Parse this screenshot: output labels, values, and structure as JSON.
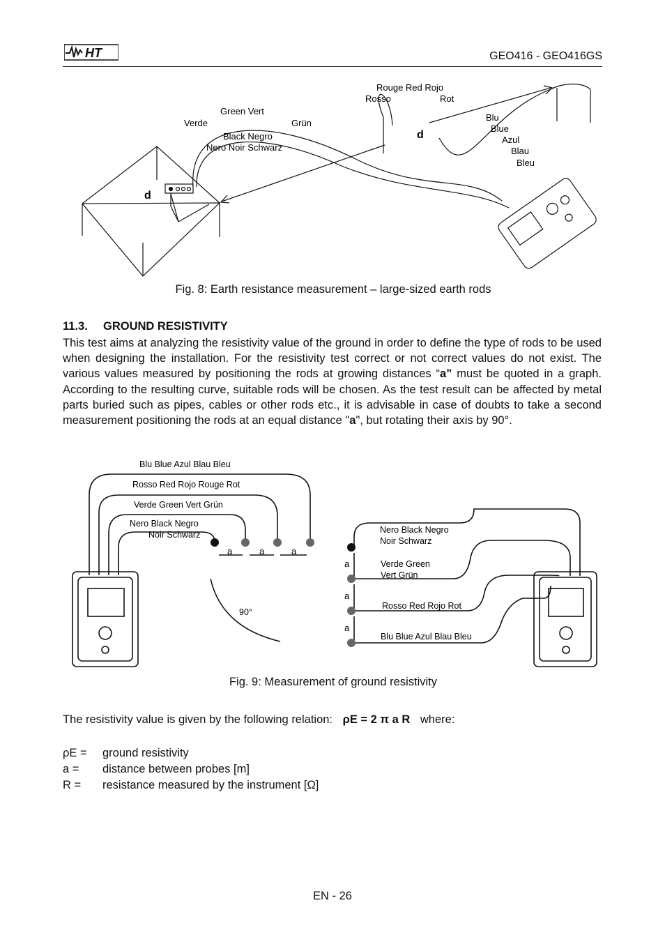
{
  "header": {
    "logo_text": "HT",
    "model": "GEO416 - GEO416GS"
  },
  "figure8": {
    "labels": {
      "red_top": "Rouge  Red Rojo",
      "red_mid": "Rosso",
      "red_rot": "Rot",
      "green_top": "Green Vert",
      "green_left": "Verde",
      "green_right": "Grün",
      "black_top": "Black Negro",
      "black_bottom": "Nero  Noir   Schwarz",
      "blue1": "Blu",
      "blue2": "Blue",
      "blue3": "Azul",
      "blue4": "Blau",
      "blue5": "Bleu",
      "d_left": "d",
      "d_right": "d"
    },
    "caption": "Fig. 8: Earth resistance measurement – large-sized earth rods"
  },
  "section": {
    "number": "11.3.",
    "title": "GROUND RESISTIVITY",
    "p1": "This test aims at analyzing the resistivity value of the ground in order to define the type of rods to be used when designing the installation. For the resistivity test correct or not correct values do not exist. The various values measured by positioning the rods at growing distances “",
    "p1_bold": "a”",
    "p2": " must be quoted in a graph. According to the resulting curve, suitable rods will be chosen. As the test result can be affected by metal parts buried such as pipes, cables or other rods etc., it is advisable in case of doubts to take a second measurement positioning the rods at an equal distance \"",
    "p2_bold": "a",
    "p3": "\", but rotating their axis by 90°."
  },
  "figure9": {
    "labels": {
      "blue_l": "Blu Blue Azul Blau Bleu",
      "red_l": "Rosso Red Rojo Rouge Rot",
      "green_l": "Verde Green Vert Grün",
      "black_l1": "Nero Black Negro",
      "black_l2": "Noir Schwarz",
      "a": "a",
      "angle": "90°",
      "black_r1": "Nero Black Negro",
      "black_r2": "Noir Schwarz",
      "green_r1": "Verde Green",
      "green_r2": "Vert Grün",
      "red_r": "Rosso Red Rojo Rot",
      "blue_r": "Blu Blue Azul Blau Bleu"
    },
    "caption": "Fig. 9: Measurement of ground resistivity"
  },
  "relation": {
    "intro": "The resistivity value is given by the following relation:",
    "formula": "ρE = 2 π a R",
    "outro": "where:"
  },
  "definitions": [
    {
      "symbol": "ρE =",
      "text": "ground resistivity"
    },
    {
      "symbol": "a =",
      "text": "distance between probes [m]"
    },
    {
      "symbol": "R =",
      "text": "resistance measured by the instrument [Ω]"
    }
  ],
  "footer": {
    "page": "EN - 26"
  }
}
